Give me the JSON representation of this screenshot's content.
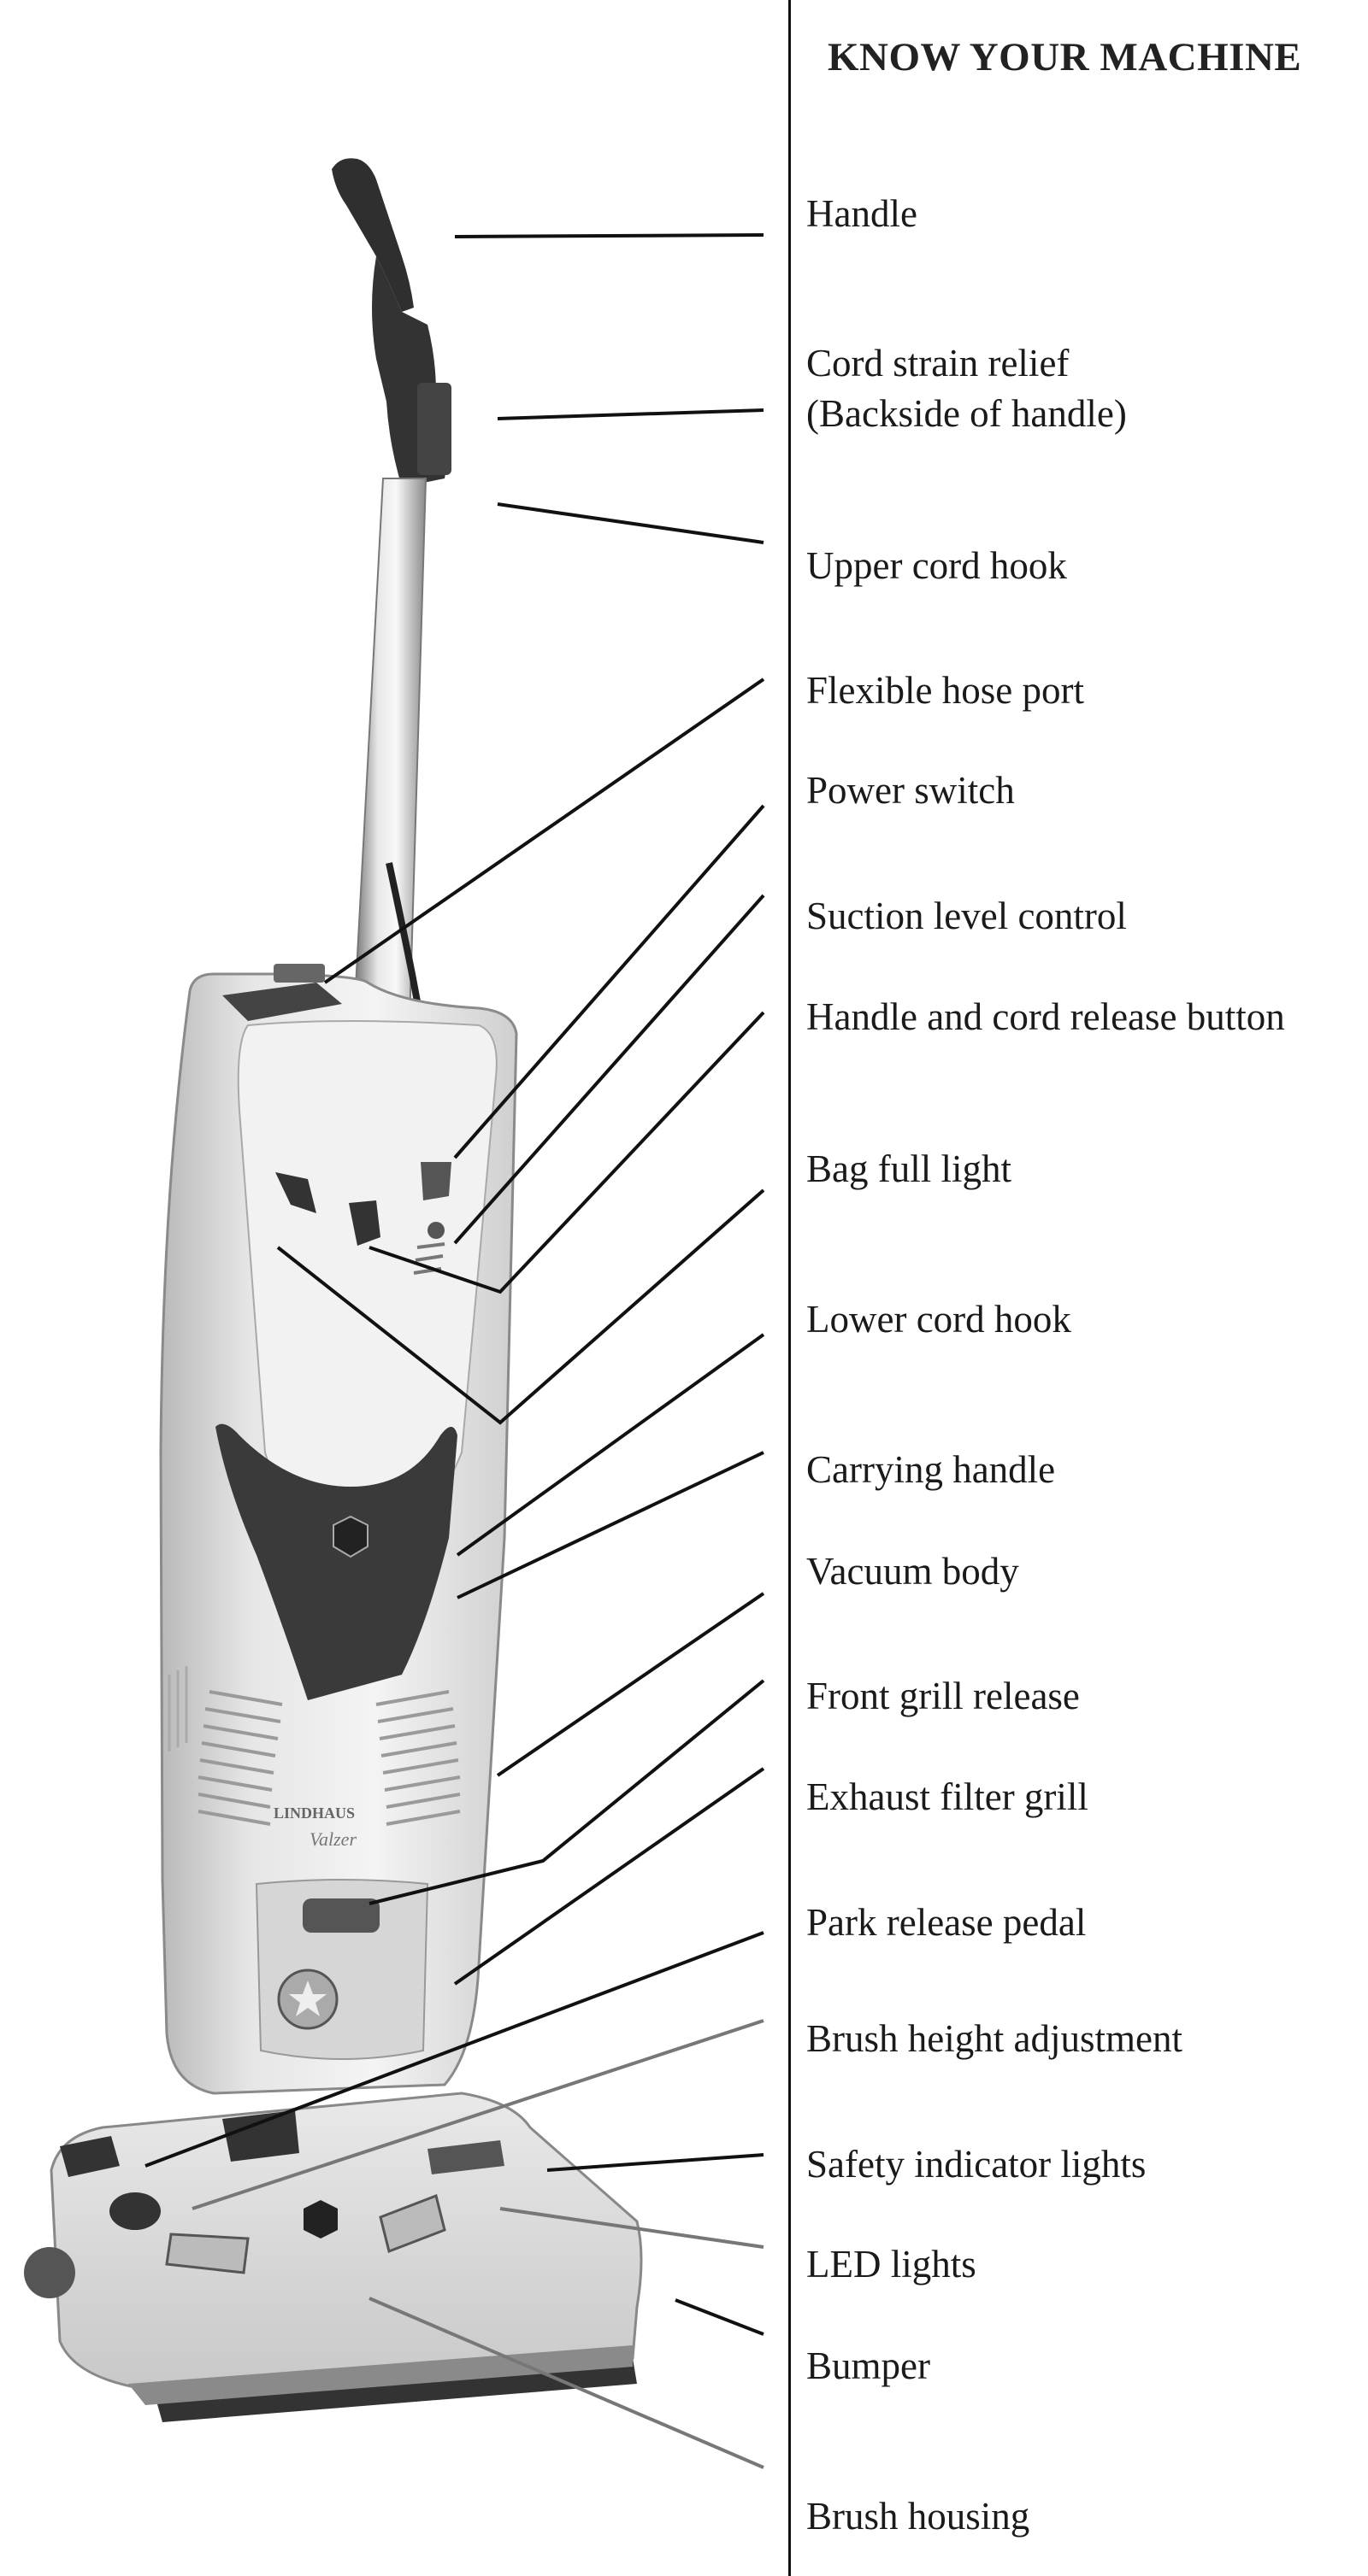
{
  "title": "KNOW YOUR MACHINE",
  "labels": {
    "handle": "Handle",
    "cord_strain_relief": "Cord strain relief",
    "cord_strain_relief_note": "(Backside of handle)",
    "upper_cord_hook": "Upper cord hook",
    "flexible_hose_port": "Flexible hose port",
    "power_switch": "Power switch",
    "suction_level_control": "Suction level control",
    "handle_cord_release_button": "Handle and cord release button",
    "bag_full_light": "Bag full light",
    "lower_cord_hook": "Lower cord hook",
    "carrying_handle": "Carrying handle",
    "vacuum_body": "Vacuum body",
    "front_grill_release": "Front grill release",
    "exhaust_filter_grill": "Exhaust filter grill",
    "park_release_pedal": "Park release pedal",
    "brush_height_adjustment": "Brush height adjustment",
    "safety_indicator_lights": "Safety indicator lights",
    "led_lights": "LED lights",
    "bumper": "Bumper",
    "brush_housing": "Brush housing"
  },
  "logo": {
    "brand": "LINDHAUS",
    "model": "Valzer"
  }
}
